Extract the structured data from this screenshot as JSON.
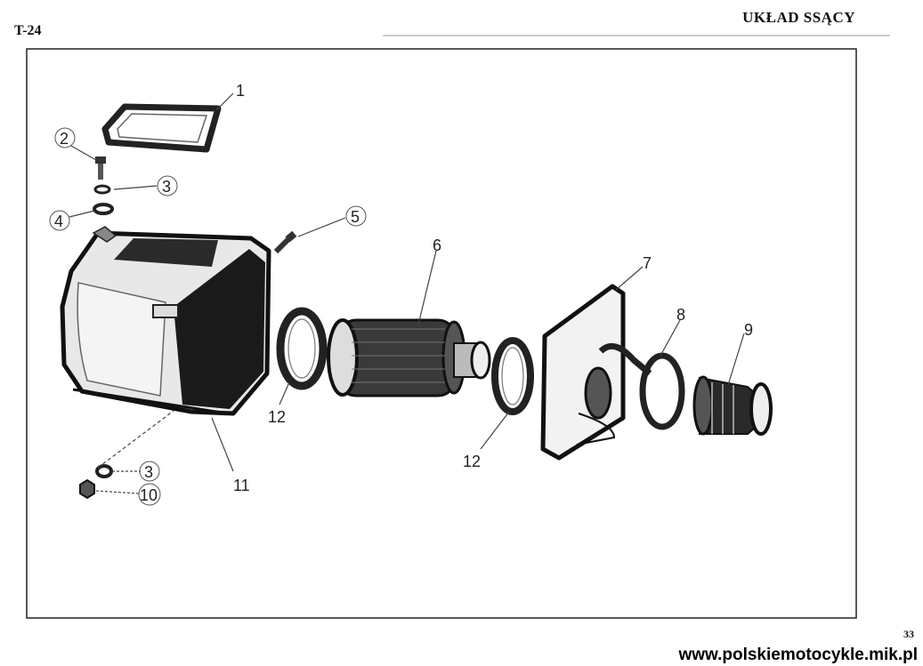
{
  "header": {
    "page_code": "T-24",
    "title": "UKŁAD SSĄCY"
  },
  "footer": {
    "page_number": "33",
    "website": "www.polskiemotocykle.mik.pl"
  },
  "callouts": [
    {
      "id": "c1",
      "label": "1"
    },
    {
      "id": "c2",
      "label": "2"
    },
    {
      "id": "c3a",
      "label": "3"
    },
    {
      "id": "c4",
      "label": "4"
    },
    {
      "id": "c5",
      "label": "5"
    },
    {
      "id": "c6",
      "label": "6"
    },
    {
      "id": "c7",
      "label": "7"
    },
    {
      "id": "c8",
      "label": "8"
    },
    {
      "id": "c9",
      "label": "9"
    },
    {
      "id": "c11",
      "label": "11"
    },
    {
      "id": "c12a",
      "label": "12"
    },
    {
      "id": "c12b",
      "label": "12"
    },
    {
      "id": "c3b",
      "label": "3"
    },
    {
      "id": "c10",
      "label": "10"
    }
  ]
}
